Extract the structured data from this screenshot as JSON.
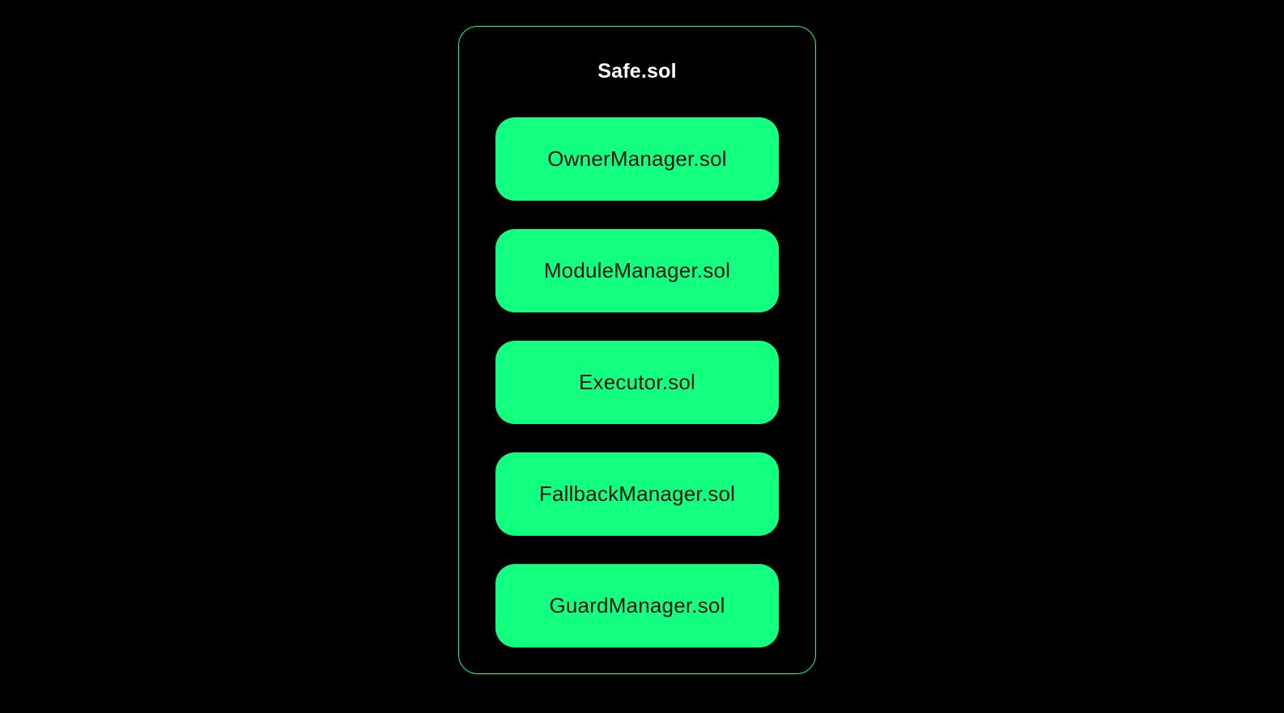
{
  "diagram": {
    "title": "Safe.sol",
    "modules": [
      {
        "label": "OwnerManager.sol"
      },
      {
        "label": "ModuleManager.sol"
      },
      {
        "label": "Executor.sol"
      },
      {
        "label": "FallbackManager.sol"
      },
      {
        "label": "GuardManager.sol"
      }
    ],
    "colors": {
      "background": "#000000",
      "container_border": "#12ff80",
      "module_fill": "#12ff80",
      "module_text": "#121312",
      "title_text": "#ffffff"
    }
  }
}
